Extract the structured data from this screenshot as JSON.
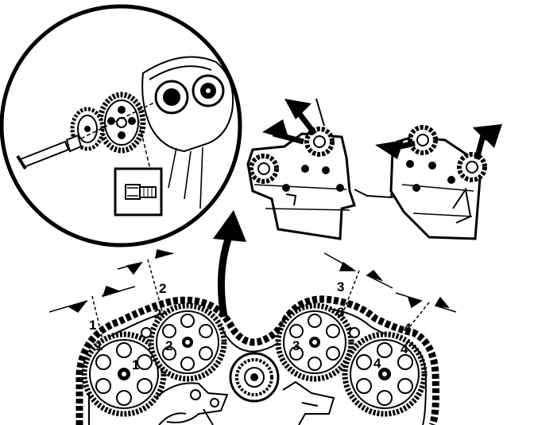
{
  "labels": {
    "cam1_mark": "1",
    "cam1_center": "1",
    "cam2_mark": "2",
    "cam2_center": "2",
    "cam3_mark": "3",
    "cam3_center": "3",
    "cam4_mark": "4",
    "cam4_center": "4",
    "dim1": "1",
    "dim2": "2",
    "dim3": "3",
    "dim4": "4"
  },
  "colors": {
    "ink": "#000000",
    "paper": "#ffffff"
  }
}
